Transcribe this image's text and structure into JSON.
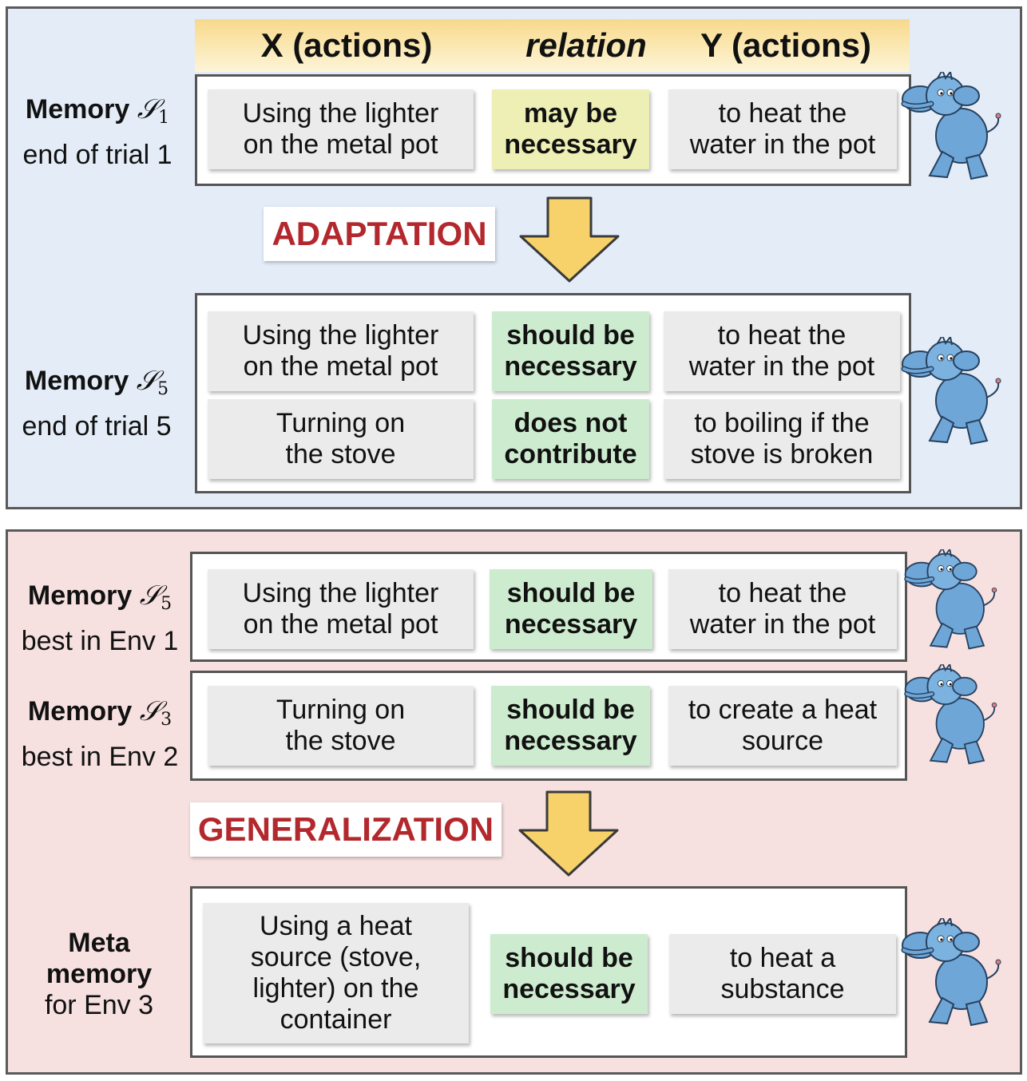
{
  "header": {
    "x_label": "X (actions)",
    "relation_label": "relation",
    "y_label": "Y (actions)"
  },
  "top_panel": {
    "memory1": {
      "label_bold": "Memory",
      "symbol": "𝒮",
      "subscript": "1",
      "label_line2": "end of trial 1",
      "rows": [
        {
          "x": "Using the lighter\non the metal pot",
          "relation": "may be\nnecessary",
          "relation_color": "#edefb4",
          "y": "to heat the\nwater in the pot"
        }
      ]
    },
    "adaptation_label": "ADAPTATION",
    "memory5": {
      "label_bold": "Memory",
      "symbol": "𝒮",
      "subscript": "5",
      "label_line2": "end of trial 5",
      "rows": [
        {
          "x": "Using the lighter\non the metal pot",
          "relation": "should be\nnecessary",
          "relation_color": "#cdeccf",
          "y": "to heat the\nwater in the pot"
        },
        {
          "x": "Turning on\nthe stove",
          "relation": "does not\ncontribute",
          "relation_color": "#cdeccf",
          "y": "to boiling if the\nstove is broken"
        }
      ]
    }
  },
  "bottom_panel": {
    "env1": {
      "label_bold": "Memory",
      "symbol": "𝒮",
      "subscript": "5",
      "label_line2": "best in Env 1",
      "rows": [
        {
          "x": "Using the lighter\non the metal pot",
          "relation": "should be\nnecessary",
          "y": "to heat the\nwater in the pot"
        }
      ]
    },
    "env2": {
      "label_bold": "Memory",
      "symbol": "𝒮",
      "subscript": "3",
      "label_line2": "best in Env 2",
      "rows": [
        {
          "x": "Turning on\nthe stove",
          "relation": "should be\nnecessary",
          "y": "to create a heat\nsource"
        }
      ]
    },
    "generalization_label": "GENERALIZATION",
    "meta": {
      "label_line1": "Meta",
      "label_line2": "memory",
      "label_line3": "for Env 3",
      "rows": [
        {
          "x": "Using a heat\nsource (stove,\nlighter) on the\ncontainer",
          "relation": "should be\nnecessary",
          "y": "to heat a\nsubstance"
        }
      ]
    }
  },
  "colors": {
    "top_bg": "#e3ecf7",
    "bottom_bg": "#f6e0e0",
    "banner_text": "#b3282d",
    "arrow_fill": "#f7d26a",
    "mascot": "#6fa6d8"
  }
}
